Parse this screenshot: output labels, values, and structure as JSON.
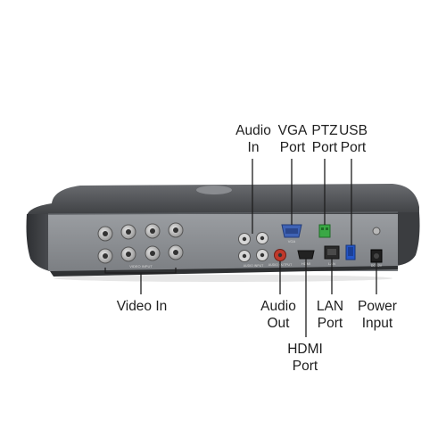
{
  "labels": {
    "audio_in": {
      "line1": "Audio",
      "line2": "In"
    },
    "vga_port": {
      "line1": "VGA",
      "line2": "Port"
    },
    "ptz_port": {
      "line1": "PTZ",
      "line2": "Port"
    },
    "usb_port": {
      "line1": "USB",
      "line2": "Port"
    },
    "video_in": {
      "line1": "Video In"
    },
    "audio_out": {
      "line1": "Audio",
      "line2": "Out"
    },
    "lan_port": {
      "line1": "LAN",
      "line2": "Port"
    },
    "power_input": {
      "line1": "Power",
      "line2": "Input"
    },
    "hdmi_port": {
      "line1": "HDMI",
      "line2": "Port"
    }
  },
  "panel_markings": {
    "video_input": "VIDEO INPUT",
    "audio_input": "AUDIO INPUT",
    "vga": "VGA",
    "audio_output": "AUDIO OUTPUT",
    "hdmi": "HDMI",
    "lan": "LAN",
    "dc": "DC 12V"
  },
  "colors": {
    "background": "#ffffff",
    "case_top": "#4f5154",
    "rear_panel": "#8c8f93",
    "connector_gold": "#b9b9b9",
    "vga_blue": "#3f63b5",
    "ptz_green": "#3aa845",
    "usb_blue": "#2456c8",
    "rca_red": "#c0392b",
    "leader_line": "#1e1e1e"
  }
}
